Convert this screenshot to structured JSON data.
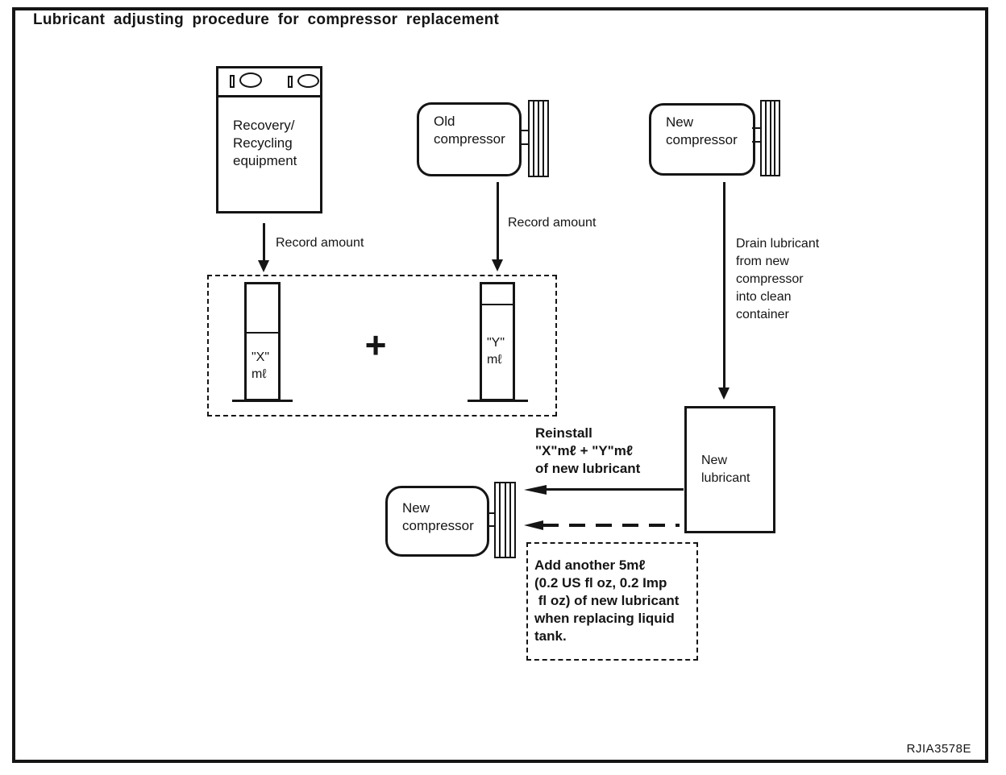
{
  "title": "Lubricant adjusting procedure for compressor replacement",
  "diagram_id": "RJIA3578E",
  "colors": {
    "ink": "#151515",
    "background": "#ffffff"
  },
  "nodes": {
    "recovery_equipment": {
      "label": "Recovery/\nRecycling\nequipment"
    },
    "old_compressor": {
      "label": "Old\ncompressor"
    },
    "new_compressor_top": {
      "label": "New\ncompressor"
    },
    "new_compressor_bottom": {
      "label": "New\ncompressor"
    },
    "new_lubricant": {
      "label": "New\nlubricant"
    },
    "cylinder_x": {
      "label": "\"X\"\nmℓ"
    },
    "cylinder_y": {
      "label": "\"Y\"\nmℓ"
    }
  },
  "symbols": {
    "plus": "+"
  },
  "annotations": {
    "record_amount_left": "Record amount",
    "record_amount_right": "Record amount",
    "drain_note": "Drain lubricant\nfrom new\ncompressor\ninto clean\ncontainer",
    "reinstall_note": "Reinstall\n\"X\"mℓ + \"Y\"mℓ\nof new lubricant",
    "add_note": "Add another 5mℓ\n(0.2 US fl oz, 0.2 Imp\n fl oz) of new lubricant\nwhen replacing liquid\ntank."
  }
}
